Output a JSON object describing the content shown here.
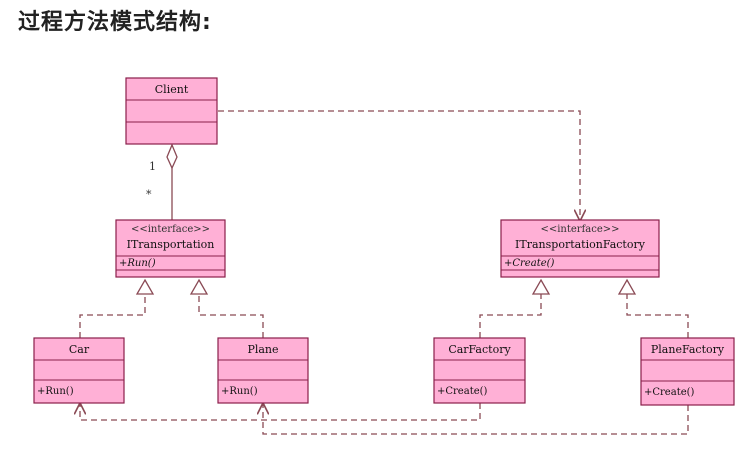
{
  "heading": "过程方法模式结构:",
  "colors": {
    "box_fill": "#ffb0d6",
    "box_stroke": "#8a1f4a",
    "line": "#8a4a55"
  },
  "classes": {
    "client": {
      "name": "Client",
      "members": []
    },
    "itransportation": {
      "stereotype": "<<interface>>",
      "name": "ITransportation",
      "members": [
        "+Run()"
      ]
    },
    "itransportationfactory": {
      "stereotype": "<<interface>>",
      "name": "ITransportationFactory",
      "members": [
        "+Create()"
      ]
    },
    "car": {
      "name": "Car",
      "members": [
        "+Run()"
      ]
    },
    "plane": {
      "name": "Plane",
      "members": [
        "+Run()"
      ]
    },
    "carfactory": {
      "name": "CarFactory",
      "members": [
        "+Create()"
      ]
    },
    "planefactory": {
      "name": "PlaneFactory",
      "members": [
        "+Create()"
      ]
    }
  },
  "multiplicity": {
    "source": "1",
    "target": "*"
  }
}
